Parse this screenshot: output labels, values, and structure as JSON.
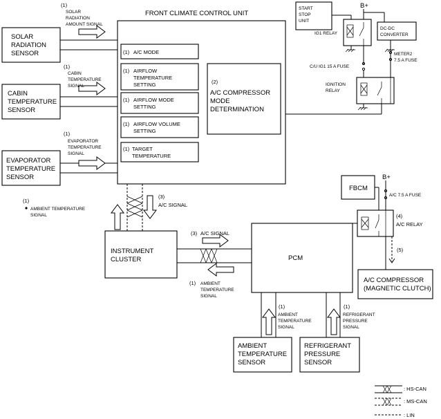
{
  "title": "FRONT CLIMATE CONTROL UNIT",
  "sensors": {
    "solar": [
      "SOLAR",
      "RADIATION",
      "SENSOR"
    ],
    "cabin": [
      "CABIN",
      "TEMPERATURE",
      "SENSOR"
    ],
    "evaporator": [
      "EVAPORATOR",
      "TEMPERATURE",
      "SENSOR"
    ]
  },
  "signals": {
    "solar": [
      "(1)",
      "SOLAR",
      "RADIATION",
      "AMOUNT SIGNAL"
    ],
    "cabin": [
      "(1)",
      "CABIN",
      "TEMPERATURE",
      "SIGNAL"
    ],
    "evaporator": [
      "(1)",
      "EVAPORATOR",
      "TEMPERATURE",
      "SIGNAL"
    ],
    "ambient_top": [
      "(1)",
      "AMBIENT TEMPERATURE",
      "SIGNAL"
    ],
    "ac_signal_vertical": [
      "(3)",
      "A/C SIGNAL"
    ],
    "ac_signal_horizontal": [
      "(3)",
      "A/C SIGNAL"
    ],
    "ambient_back": [
      "(1)",
      "AMBIENT",
      "TEMPERATURE",
      "SIGNAL"
    ],
    "ambient_up": [
      "(1)",
      "AMBIENT",
      "TEMPERATURE",
      "SIGNAL"
    ],
    "refrigerant_up": [
      "(1)",
      "REFRIGERANT",
      "PRESSURE",
      "SIGNAL"
    ]
  },
  "functions": [
    {
      "num": "(1)",
      "lines": [
        "A/C MODE"
      ]
    },
    {
      "num": "(1)",
      "lines": [
        "AIRFLOW",
        "TEMPERATURE",
        "SETTING"
      ]
    },
    {
      "num": "(1)",
      "lines": [
        "AIRFLOW MODE",
        "SETTING"
      ]
    },
    {
      "num": "(1)",
      "lines": [
        "AIRFLOW VOLUME",
        "SETTING"
      ]
    },
    {
      "num": "(1)",
      "lines": [
        "TARGET",
        "TEMPERATURE"
      ]
    }
  ],
  "compressor_determination": [
    "(2)",
    "A/C COMPRESSOR",
    "MODE",
    "DETERMINATION"
  ],
  "instrument_cluster": [
    "INSTRUMENT",
    "CLUSTER"
  ],
  "pcm": "PCM",
  "fbcm": "FBCM",
  "ac_fuse": "A/C 7.5 A FUSE",
  "ac_relay": [
    "(4)",
    "A/C RELAY"
  ],
  "relay_signal": "(5)",
  "ac_compressor": [
    "A/C COMPRESSOR",
    "(MAGNETIC CLUTCH)"
  ],
  "ambient_sensor": [
    "AMBIENT",
    "TEMPERATURE",
    "SENSOR"
  ],
  "refrigerant_sensor": [
    "REFRIGERANT",
    "PRESSURE",
    "SENSOR"
  ],
  "power": {
    "bplus": "B+",
    "start_stop": [
      "START",
      "STOP",
      "UNIT"
    ],
    "ig1_relay": "IG1 RELAY",
    "dcdc": [
      "DC-DC",
      "CONVERTER"
    ],
    "meter2": [
      "METER2",
      "7.5 A FUSE"
    ],
    "cu_fuse": "C/U IG1 15 A FUSE",
    "ignition_relay": [
      "IGNITION",
      "RELAY"
    ]
  },
  "legend": [
    {
      "type": "HS-CAN",
      "label": ": HS-CAN"
    },
    {
      "type": "MS-CAN",
      "label": ": MS-CAN"
    },
    {
      "type": "LIN",
      "label": ": LIN"
    }
  ]
}
